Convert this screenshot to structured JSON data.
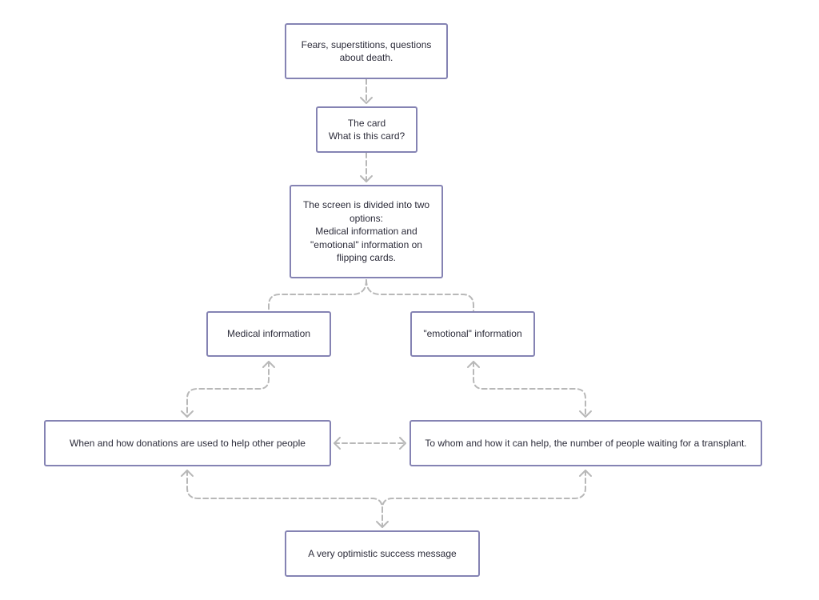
{
  "diagram": {
    "nodes": {
      "fears": {
        "lines": [
          "Fears, superstitions, questions",
          "about death."
        ]
      },
      "card": {
        "lines": [
          "The card",
          "What is this card?"
        ]
      },
      "screen": {
        "lines": [
          "The screen is divided into two",
          "options:",
          "Medical information and",
          "\"emotional\" information on",
          "flipping cards."
        ]
      },
      "medical": {
        "lines": [
          "Medical information"
        ]
      },
      "emotional": {
        "lines": [
          "\"emotional\" information"
        ]
      },
      "donations": {
        "lines": [
          "When and how donations are used to help other people"
        ]
      },
      "whom": {
        "lines": [
          "To whom and how it can help, the number of people waiting for a transplant."
        ]
      },
      "success": {
        "lines": [
          "A very optimistic success message"
        ]
      }
    },
    "colors": {
      "node_border": "#8583b3",
      "connector": "#b8b8b8",
      "text": "#2c2c3a"
    }
  }
}
